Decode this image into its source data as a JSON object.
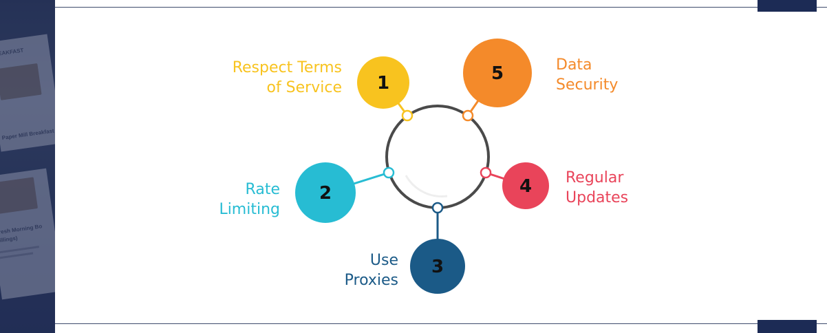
{
  "steps": [
    {
      "number": "1",
      "line1": "Respect Terms",
      "line2": "of Service",
      "color": "#f8c31f"
    },
    {
      "number": "2",
      "line1": "Rate",
      "line2": "Limiting",
      "color": "#27bcd3"
    },
    {
      "number": "3",
      "line1": "Use",
      "line2": "Proxies",
      "color": "#1b5a87"
    },
    {
      "number": "4",
      "line1": "Regular",
      "line2": "Updates",
      "color": "#e9445a"
    },
    {
      "number": "5",
      "line1": "Data",
      "line2": "Security",
      "color": "#f48a2a"
    }
  ],
  "ring_color": "#4a4a4a",
  "accent_navy": "#1c2b55",
  "side_image": {
    "text1": "BREAKFAST",
    "text2": "Paper Mill Breakfast",
    "text3": "Fresh Morning Bo",
    "text4": "Fillings)"
  }
}
